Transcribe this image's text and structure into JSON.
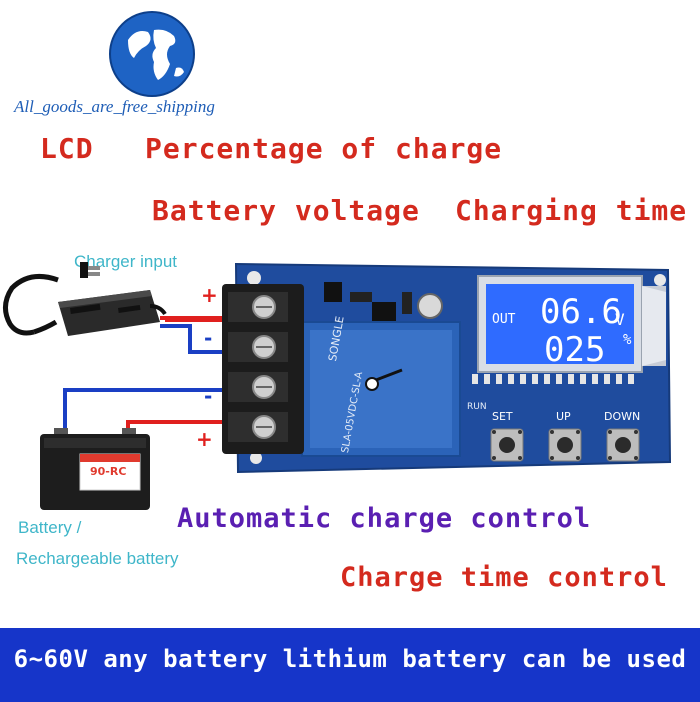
{
  "brand": {
    "text": "All_goods_are_free_shipping",
    "icon": "globe-icon"
  },
  "labels": {
    "lcd": "LCD",
    "percentage": "Percentage of charge",
    "voltage": "Battery voltage",
    "time": "Charging time",
    "charger_input": "Charger input",
    "battery_line1": "Battery /",
    "battery_line2": "Rechargeable battery",
    "auto_control": "Automatic charge control",
    "time_control": "Charge time control"
  },
  "terminals": {
    "plus_top": "+",
    "minus_1": "-",
    "minus_2": "-",
    "plus_bottom": "+"
  },
  "lcd_display": {
    "out": "OUT",
    "voltage": "06.6",
    "unit_v": "V",
    "percent": "025",
    "unit_pct": "%"
  },
  "board": {
    "buttons": [
      "SET",
      "UP",
      "DOWN"
    ],
    "relay_text": "SLA-05VDC-SL-A",
    "relay_brand": "SONGLE",
    "run_label": "RUN"
  },
  "battery_label": "90-RC",
  "footer": {
    "text": "6~60V any battery lithium battery can be used"
  },
  "colors": {
    "red_text": "#d42a1e",
    "purple_text": "#5a1fb2",
    "cyan_text": "#3fb6c9",
    "banner": "#1635c9",
    "pcb": "#1f4c9e",
    "lcd": "#2f6bff"
  }
}
